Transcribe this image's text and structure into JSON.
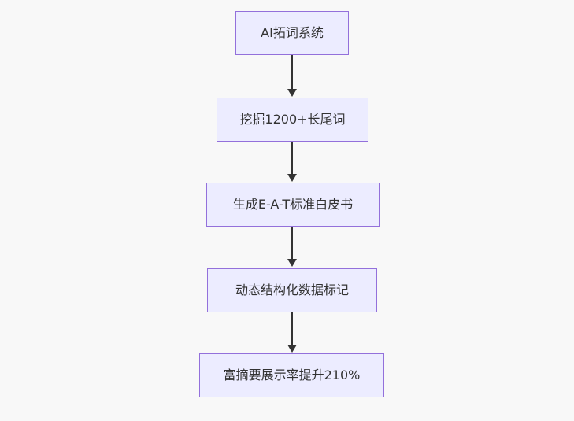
{
  "diagram": {
    "type": "flowchart",
    "direction": "top-down",
    "colors": {
      "background": "#f8f8f8",
      "node_fill": "#ececff",
      "node_border": "#9370db",
      "node_text": "#333333",
      "arrow": "#333333"
    },
    "nodes": [
      {
        "id": "1",
        "label": "AI拓词系统"
      },
      {
        "id": "2",
        "label": "挖掘1200+长尾词"
      },
      {
        "id": "3",
        "label": "生成E-A-T标准白皮书"
      },
      {
        "id": "4",
        "label": "动态结构化数据标记"
      },
      {
        "id": "5",
        "label": "富摘要展示率提升210%"
      }
    ],
    "edges": [
      {
        "from": "AI拓词系统",
        "to": "挖掘1200+长尾词"
      },
      {
        "from": "挖掘1200+长尾词",
        "to": "生成E-A-T标准白皮书"
      },
      {
        "from": "生成E-A-T标准白皮书",
        "to": "动态结构化数据标记"
      },
      {
        "from": "动态结构化数据标记",
        "to": "富摘要展示率提升210%"
      }
    ]
  }
}
